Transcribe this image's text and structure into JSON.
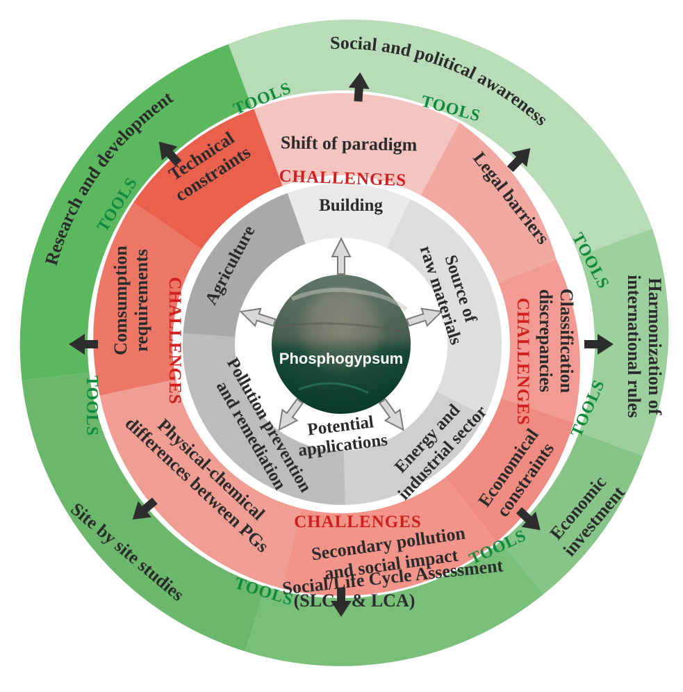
{
  "colors": {
    "outer_green": [
      "#5bb85f",
      "#b7dcb7",
      "#9bcf9c",
      "#86c487",
      "#78bf79",
      "#6bb86c"
    ],
    "challenge_reds": [
      "#f4c4c1",
      "#f1a8a1",
      "#f29b92",
      "#ef8b80",
      "#f2948a",
      "#f09e93",
      "#e9604d",
      "#ec7766"
    ],
    "grey": [
      "#e9e9e9",
      "#dedede",
      "#cfcfcf",
      "#bcbcbc",
      "#a9a9a9",
      "#b0b0b0"
    ],
    "tools_green": "#0f8a3c",
    "challenges_red": "#d01f1f"
  },
  "center": {
    "title": "Phosphogypsum",
    "subtitle_line1": "Potential",
    "subtitle_line2": "applications"
  },
  "applications": {
    "building": "Building",
    "raw_line1": "Source of",
    "raw_line2": "raw materials",
    "energy_line1": "Energy and",
    "energy_line2": "industrial sector",
    "pollution_line1": "Pollution prevention",
    "pollution_line2": "and remediation",
    "agriculture": "Agriculture"
  },
  "challenges_label": "CHALLENGES",
  "challenges": {
    "paradigm": "Shift of paradigm",
    "legal": "Legal barriers",
    "class_line1": "Classification",
    "class_line2": "discrepancies",
    "econ_line1": "Economical",
    "econ_line2": "constraints",
    "secondary_line1": "Secondary pollution",
    "secondary_line2": "and social impact",
    "physical_line1": "Physical-chemical",
    "physical_line2": "differences between PGs",
    "consumption_line1": "Comsumption",
    "consumption_line2": "requirements",
    "technical_line1": "Technical",
    "technical_line2": "constraints"
  },
  "tools_label": "TOOLS",
  "tools": {
    "social_political": "Social and political awareness",
    "harmonization_line1": "Harmonization of",
    "harmonization_line2": "international rules",
    "economic_line1": "Economic",
    "economic_line2": "investment",
    "slca_line1": "Social/Life Cycle Assessment",
    "slca_line2": "(SLCA & LCA)",
    "site": "Site by site studies",
    "research": "Research and development"
  }
}
